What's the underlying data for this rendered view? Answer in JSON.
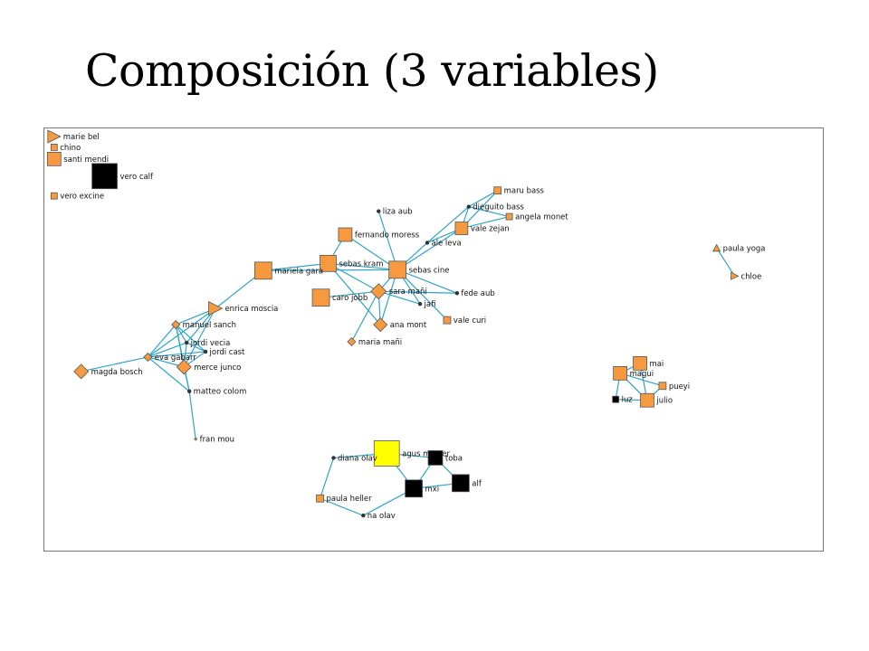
{
  "title": "Composición (3 variables)",
  "colors": {
    "orange": "#f7993e",
    "black": "#000000",
    "yellow": "#ffff00",
    "edge": "#2fa3c8"
  },
  "network": {
    "nodes": [
      {
        "id": "marie_bel",
        "label": "marie bel",
        "shape": "triangle",
        "color": "orange"
      },
      {
        "id": "chino",
        "label": "chino",
        "shape": "square",
        "color": "orange"
      },
      {
        "id": "santi_mendi",
        "label": "santi mendi",
        "shape": "square",
        "color": "orange"
      },
      {
        "id": "vero_calf",
        "label": "vero calf",
        "shape": "square",
        "color": "black"
      },
      {
        "id": "vero_excine",
        "label": "vero excine",
        "shape": "square",
        "color": "orange"
      },
      {
        "id": "liza_aub",
        "label": "liza aub",
        "shape": "dot",
        "color": "black"
      },
      {
        "id": "maru_bass",
        "label": "maru bass",
        "shape": "square",
        "color": "orange"
      },
      {
        "id": "dieguito_bass",
        "label": "dieguito bass",
        "shape": "dot",
        "color": "black"
      },
      {
        "id": "angela_monet",
        "label": "angela monet",
        "shape": "square",
        "color": "orange"
      },
      {
        "id": "vale_zejan",
        "label": "vale zejan",
        "shape": "square",
        "color": "orange"
      },
      {
        "id": "ale_leva",
        "label": "ale leva",
        "shape": "dot",
        "color": "black"
      },
      {
        "id": "fernando_moress",
        "label": "fernando moress",
        "shape": "square",
        "color": "orange"
      },
      {
        "id": "sebas_kram",
        "label": "sebas kram",
        "shape": "square",
        "color": "orange"
      },
      {
        "id": "sebas_cine",
        "label": "sebas cine",
        "shape": "square",
        "color": "orange"
      },
      {
        "id": "mariela_gara",
        "label": "mariela gara",
        "shape": "square",
        "color": "orange"
      },
      {
        "id": "caro_jobb",
        "label": "caro jobb",
        "shape": "square",
        "color": "orange"
      },
      {
        "id": "sara_mani",
        "label": "sara mañi",
        "shape": "diamond",
        "color": "orange"
      },
      {
        "id": "fede_aub",
        "label": "fede aub",
        "shape": "dot",
        "color": "black"
      },
      {
        "id": "jafi",
        "label": "jafi",
        "shape": "dot",
        "color": "black"
      },
      {
        "id": "vale_curi",
        "label": "vale curi",
        "shape": "square",
        "color": "orange"
      },
      {
        "id": "ana_mont",
        "label": "ana mont",
        "shape": "diamond",
        "color": "orange"
      },
      {
        "id": "maria_mani",
        "label": "maria mañi",
        "shape": "diamond",
        "color": "orange"
      },
      {
        "id": "enrica_moscia",
        "label": "enrica moscia",
        "shape": "triangle",
        "color": "orange"
      },
      {
        "id": "manuel_sanch",
        "label": "manuel sanch",
        "shape": "diamond",
        "color": "orange"
      },
      {
        "id": "jordi_vecia",
        "label": "jordi vecia",
        "shape": "dot",
        "color": "black"
      },
      {
        "id": "jordi_cast",
        "label": "jordi cast",
        "shape": "dot",
        "color": "black"
      },
      {
        "id": "eva_gabarr",
        "label": "eva gabarr",
        "shape": "diamond",
        "color": "orange"
      },
      {
        "id": "merce_junco",
        "label": "merce junco",
        "shape": "diamond",
        "color": "orange"
      },
      {
        "id": "magda_bosch",
        "label": "magda bosch",
        "shape": "diamond",
        "color": "orange"
      },
      {
        "id": "matteo_colom",
        "label": "matteo colom",
        "shape": "dot",
        "color": "black"
      },
      {
        "id": "fran_mou",
        "label": "fran mou",
        "shape": "diamond",
        "color": "orange"
      },
      {
        "id": "paula_yoga",
        "label": "paula yoga",
        "shape": "triangle",
        "color": "orange"
      },
      {
        "id": "chloe",
        "label": "chloe",
        "shape": "triangle",
        "color": "orange"
      },
      {
        "id": "mai",
        "label": "mai",
        "shape": "square",
        "color": "orange"
      },
      {
        "id": "magui",
        "label": "magui",
        "shape": "square",
        "color": "orange"
      },
      {
        "id": "pueyi",
        "label": "pueyi",
        "shape": "square",
        "color": "orange"
      },
      {
        "id": "luz",
        "label": "luz",
        "shape": "square",
        "color": "black"
      },
      {
        "id": "julio",
        "label": "julio",
        "shape": "square",
        "color": "orange"
      },
      {
        "id": "agus_master",
        "label": "agus master",
        "shape": "square",
        "color": "yellow"
      },
      {
        "id": "diana_olav",
        "label": "diana olav",
        "shape": "dot",
        "color": "black"
      },
      {
        "id": "toba",
        "label": "toba",
        "shape": "square",
        "color": "black"
      },
      {
        "id": "mxi",
        "label": "mxi",
        "shape": "square",
        "color": "black"
      },
      {
        "id": "alf",
        "label": "alf",
        "shape": "square",
        "color": "black"
      },
      {
        "id": "paula_heller",
        "label": "paula heller",
        "shape": "square",
        "color": "orange"
      },
      {
        "id": "na_olav",
        "label": "na olav",
        "shape": "dot",
        "color": "black"
      }
    ],
    "edges": [
      [
        "maru_bass",
        "dieguito_bass"
      ],
      [
        "maru_bass",
        "vale_zejan"
      ],
      [
        "dieguito_bass",
        "angela_monet"
      ],
      [
        "dieguito_bass",
        "vale_zejan"
      ],
      [
        "dieguito_bass",
        "ale_leva"
      ],
      [
        "angela_monet",
        "vale_zejan"
      ],
      [
        "vale_zejan",
        "ale_leva"
      ],
      [
        "vale_zejan",
        "sebas_cine"
      ],
      [
        "ale_leva",
        "sebas_cine"
      ],
      [
        "liza_aub",
        "sebas_cine"
      ],
      [
        "fernando_moress",
        "sebas_cine"
      ],
      [
        "fernando_moress",
        "sebas_kram"
      ],
      [
        "sebas_kram",
        "sebas_cine"
      ],
      [
        "sebas_kram",
        "mariela_gara"
      ],
      [
        "sebas_kram",
        "sara_mani"
      ],
      [
        "sebas_kram",
        "ana_mont"
      ],
      [
        "mariela_gara",
        "sebas_cine"
      ],
      [
        "mariela_gara",
        "enrica_moscia"
      ],
      [
        "caro_jobb",
        "sara_mani"
      ],
      [
        "sebas_cine",
        "sara_mani"
      ],
      [
        "sebas_cine",
        "fede_aub"
      ],
      [
        "sebas_cine",
        "jafi"
      ],
      [
        "sebas_cine",
        "vale_curi"
      ],
      [
        "sebas_cine",
        "ana_mont"
      ],
      [
        "sara_mani",
        "jafi"
      ],
      [
        "sara_mani",
        "ana_mont"
      ],
      [
        "sara_mani",
        "maria_mani"
      ],
      [
        "sara_mani",
        "fede_aub"
      ],
      [
        "enrica_moscia",
        "manuel_sanch"
      ],
      [
        "enrica_moscia",
        "jordi_vecia"
      ],
      [
        "enrica_moscia",
        "merce_junco"
      ],
      [
        "enrica_moscia",
        "eva_gabarr"
      ],
      [
        "manuel_sanch",
        "jordi_vecia"
      ],
      [
        "manuel_sanch",
        "eva_gabarr"
      ],
      [
        "manuel_sanch",
        "jordi_cast"
      ],
      [
        "manuel_sanch",
        "merce_junco"
      ],
      [
        "manuel_sanch",
        "matteo_colom"
      ],
      [
        "jordi_vecia",
        "eva_gabarr"
      ],
      [
        "jordi_vecia",
        "merce_junco"
      ],
      [
        "jordi_vecia",
        "jordi_cast"
      ],
      [
        "jordi_cast",
        "merce_junco"
      ],
      [
        "jordi_cast",
        "eva_gabarr"
      ],
      [
        "eva_gabarr",
        "merce_junco"
      ],
      [
        "eva_gabarr",
        "magda_bosch"
      ],
      [
        "eva_gabarr",
        "matteo_colom"
      ],
      [
        "merce_junco",
        "matteo_colom"
      ],
      [
        "matteo_colom",
        "fran_mou"
      ],
      [
        "paula_yoga",
        "chloe"
      ],
      [
        "mai",
        "magui"
      ],
      [
        "mai",
        "julio"
      ],
      [
        "magui",
        "luz"
      ],
      [
        "magui",
        "pueyi"
      ],
      [
        "magui",
        "julio"
      ],
      [
        "luz",
        "julio"
      ],
      [
        "pueyi",
        "julio"
      ],
      [
        "agus_master",
        "diana_olav"
      ],
      [
        "agus_master",
        "toba"
      ],
      [
        "agus_master",
        "mxi"
      ],
      [
        "toba",
        "mxi"
      ],
      [
        "toba",
        "alf"
      ],
      [
        "mxi",
        "alf"
      ],
      [
        "mxi",
        "na_olav"
      ],
      [
        "diana_olav",
        "paula_heller"
      ],
      [
        "paula_heller",
        "na_olav"
      ]
    ]
  }
}
